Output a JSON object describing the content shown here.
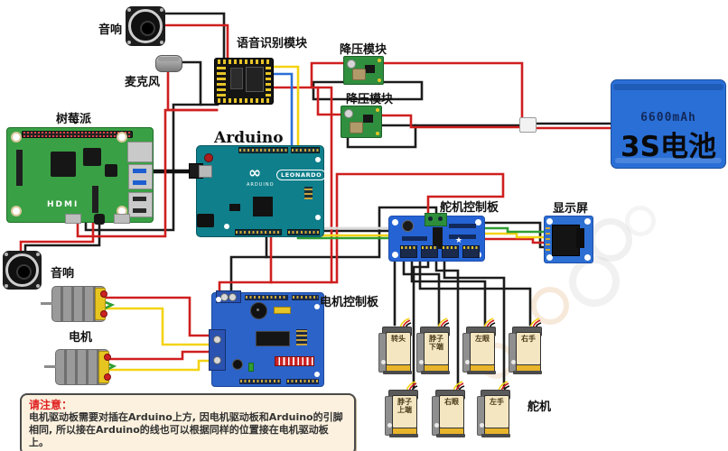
{
  "diagram": {
    "labels": {
      "speaker_top": "音响",
      "microphone": "麦克风",
      "voice_module": "语音识别模块",
      "buck_module_1": "降压模块",
      "buck_module_2": "降压模块",
      "raspberry_pi": "树莓派",
      "arduino": "Arduino",
      "servo_controller": "舵机控制板",
      "display": "显示屏",
      "motor_controller": "电机控制板",
      "speaker_bottom": "音响",
      "motor": "电机",
      "servo_group": "舵机"
    },
    "battery": {
      "capacity": "6600mAh",
      "name": "3S电池"
    },
    "board_texts": {
      "arduino_model": "LEONARDO",
      "arduino_brand": "ARDUINO",
      "arduino_logo": "∞",
      "rpi_hdmi": "HDMI",
      "pca_star": "★"
    },
    "servos": [
      {
        "label": "转头"
      },
      {
        "label": "脖子下端"
      },
      {
        "label": "左眼"
      },
      {
        "label": "右手"
      },
      {
        "label": "脖子上端"
      },
      {
        "label": "右眼"
      },
      {
        "label": "左手"
      }
    ],
    "note": {
      "title": "请注意：",
      "body": "电机驱动板需要对插在Arduino上方, 因电机驱动板和Arduino的引脚相同, 所以接在Arduino的线也可以根据同样的位置接在电机驱动板上。"
    },
    "colors": {
      "wire_red": "#cf1f1f",
      "wire_black": "#1c1c1c",
      "wire_yellow": "#f3d313",
      "wire_blue": "#2b6fd6",
      "wire_green": "#2f9e33",
      "wire_white": "#e3e3e3",
      "battery_blue": "#2a6fd6",
      "rpi_green": "#3aa045",
      "arduino_teal": "#0f7f8b",
      "pcb_blue": "#2563d4"
    }
  }
}
